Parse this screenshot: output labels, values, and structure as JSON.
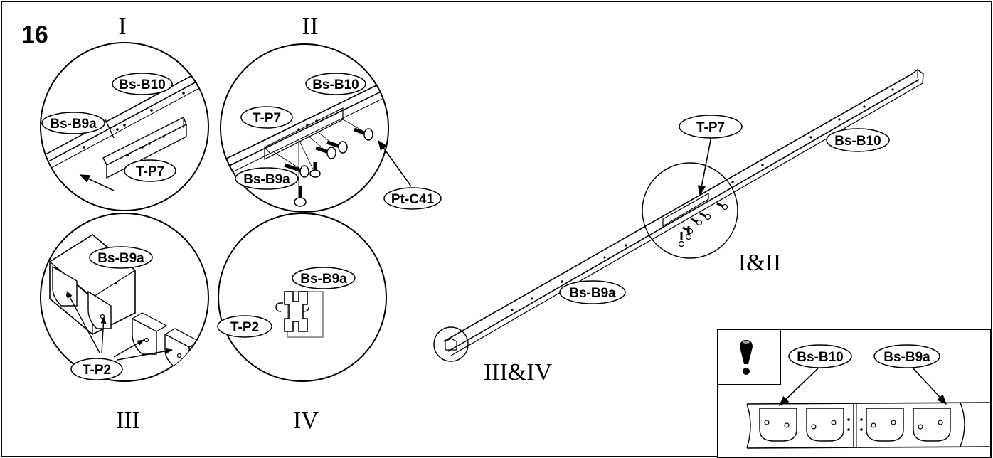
{
  "step_number": "16",
  "details": {
    "I": {
      "title": "I",
      "labels": {
        "top": "Bs-B10",
        "left": "Bs-B9a",
        "part": "T-P7"
      }
    },
    "II": {
      "title": "II",
      "labels": {
        "top": "Bs-B10",
        "bracket": "T-P7",
        "left": "Bs-B9a",
        "screw": "Pt-C41"
      }
    },
    "III": {
      "title": "III",
      "labels": {
        "rail": "Bs-B9a",
        "connector": "T-P2"
      }
    },
    "IV": {
      "title": "IV",
      "labels": {
        "rail": "Bs-B9a",
        "connector": "T-P2"
      }
    }
  },
  "overview": {
    "labels": {
      "bracket": "T-P7",
      "upper_rail": "Bs-B10",
      "lower_rail": "Bs-B9a"
    },
    "callouts": {
      "joint": "I&II",
      "end": "III&IV"
    }
  },
  "note_box": {
    "icon": "exclamation-icon",
    "labels": {
      "left": "Bs-B10",
      "right": "Bs-B9a"
    }
  }
}
